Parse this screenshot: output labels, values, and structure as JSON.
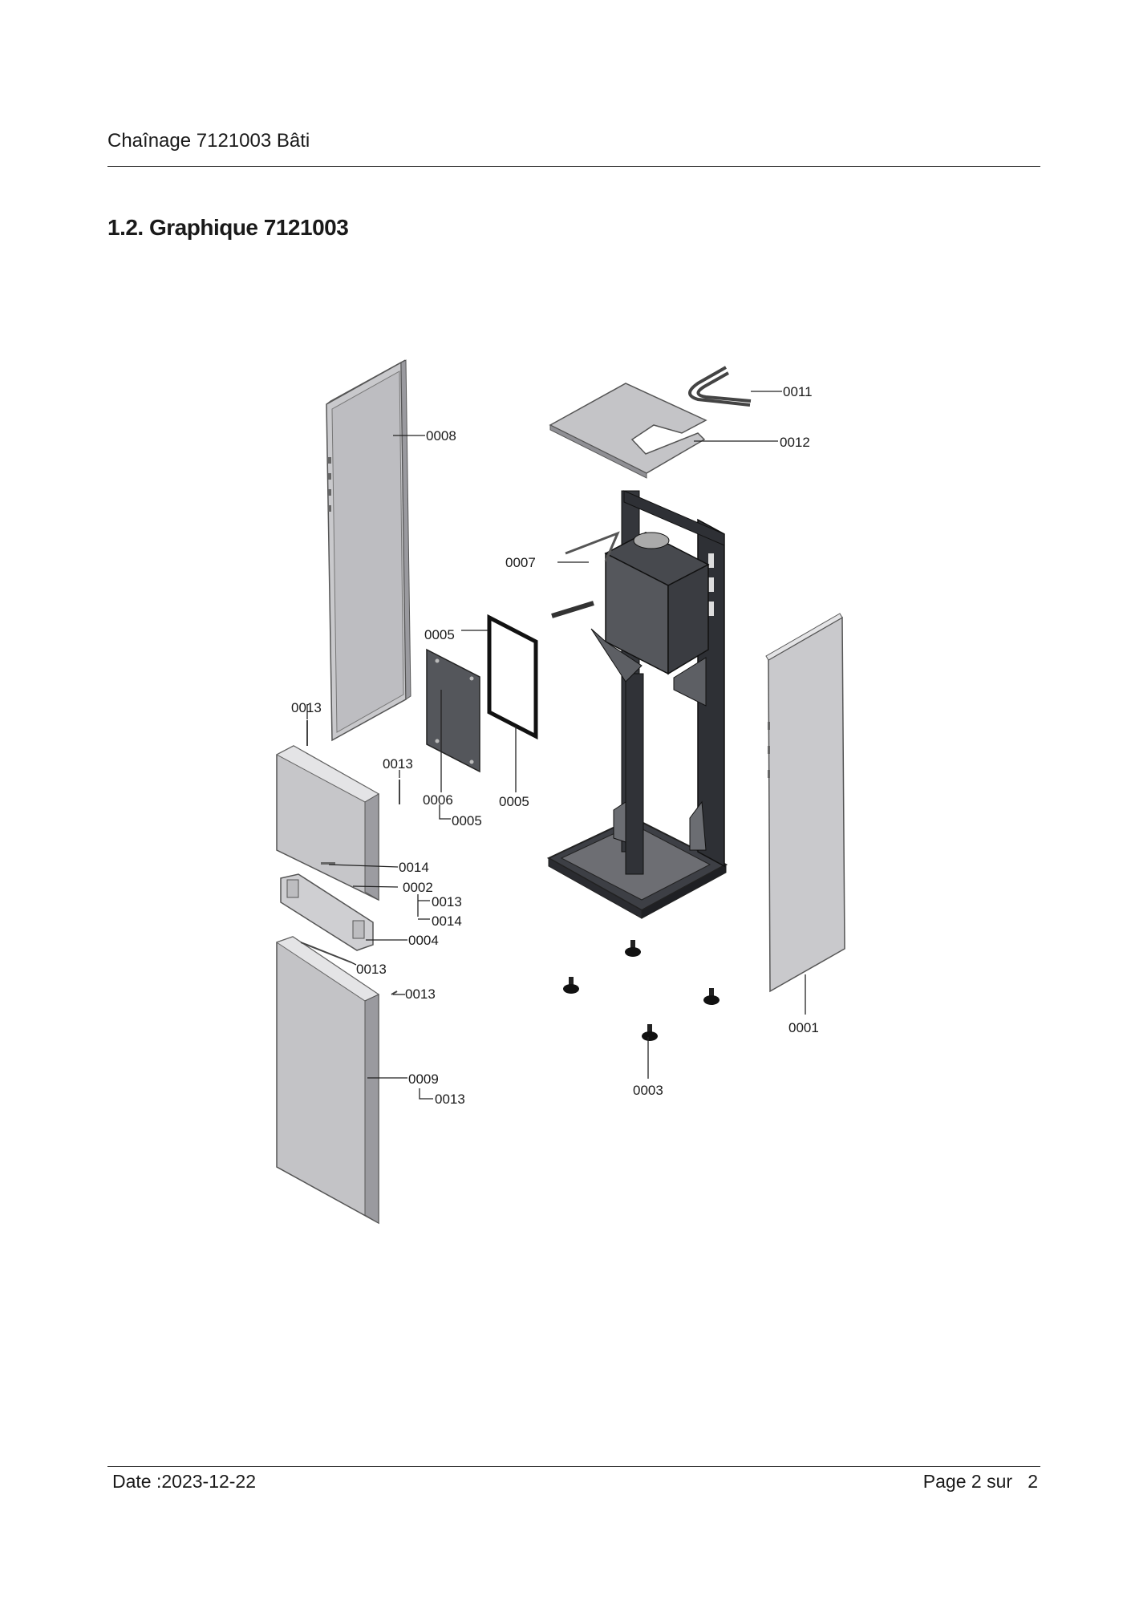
{
  "header": {
    "title": "Chaînage 7121003 Bâti"
  },
  "section": {
    "title": "1.2. Graphique 7121003"
  },
  "diagram": {
    "callouts": {
      "c0011": "0011",
      "c0012": "0012",
      "c0008": "0008",
      "c0007": "0007",
      "c0005_top": "0005",
      "c0013_a": "0013",
      "c0013_b": "0013",
      "c0006": "0006",
      "c0005_sub": "0005",
      "c0005_frame": "0005",
      "c0014_a": "0014",
      "c0002": "0002",
      "c0013_c": "0013",
      "c0014_b": "0014",
      "c0004": "0004",
      "c0013_d": "0013",
      "c0013_e": "0013",
      "c0001": "0001",
      "c0003": "0003",
      "c0009": "0009",
      "c0013_f": "0013"
    }
  },
  "footer": {
    "date": "Date :2023-12-22",
    "page": "Page 2 sur   2"
  }
}
